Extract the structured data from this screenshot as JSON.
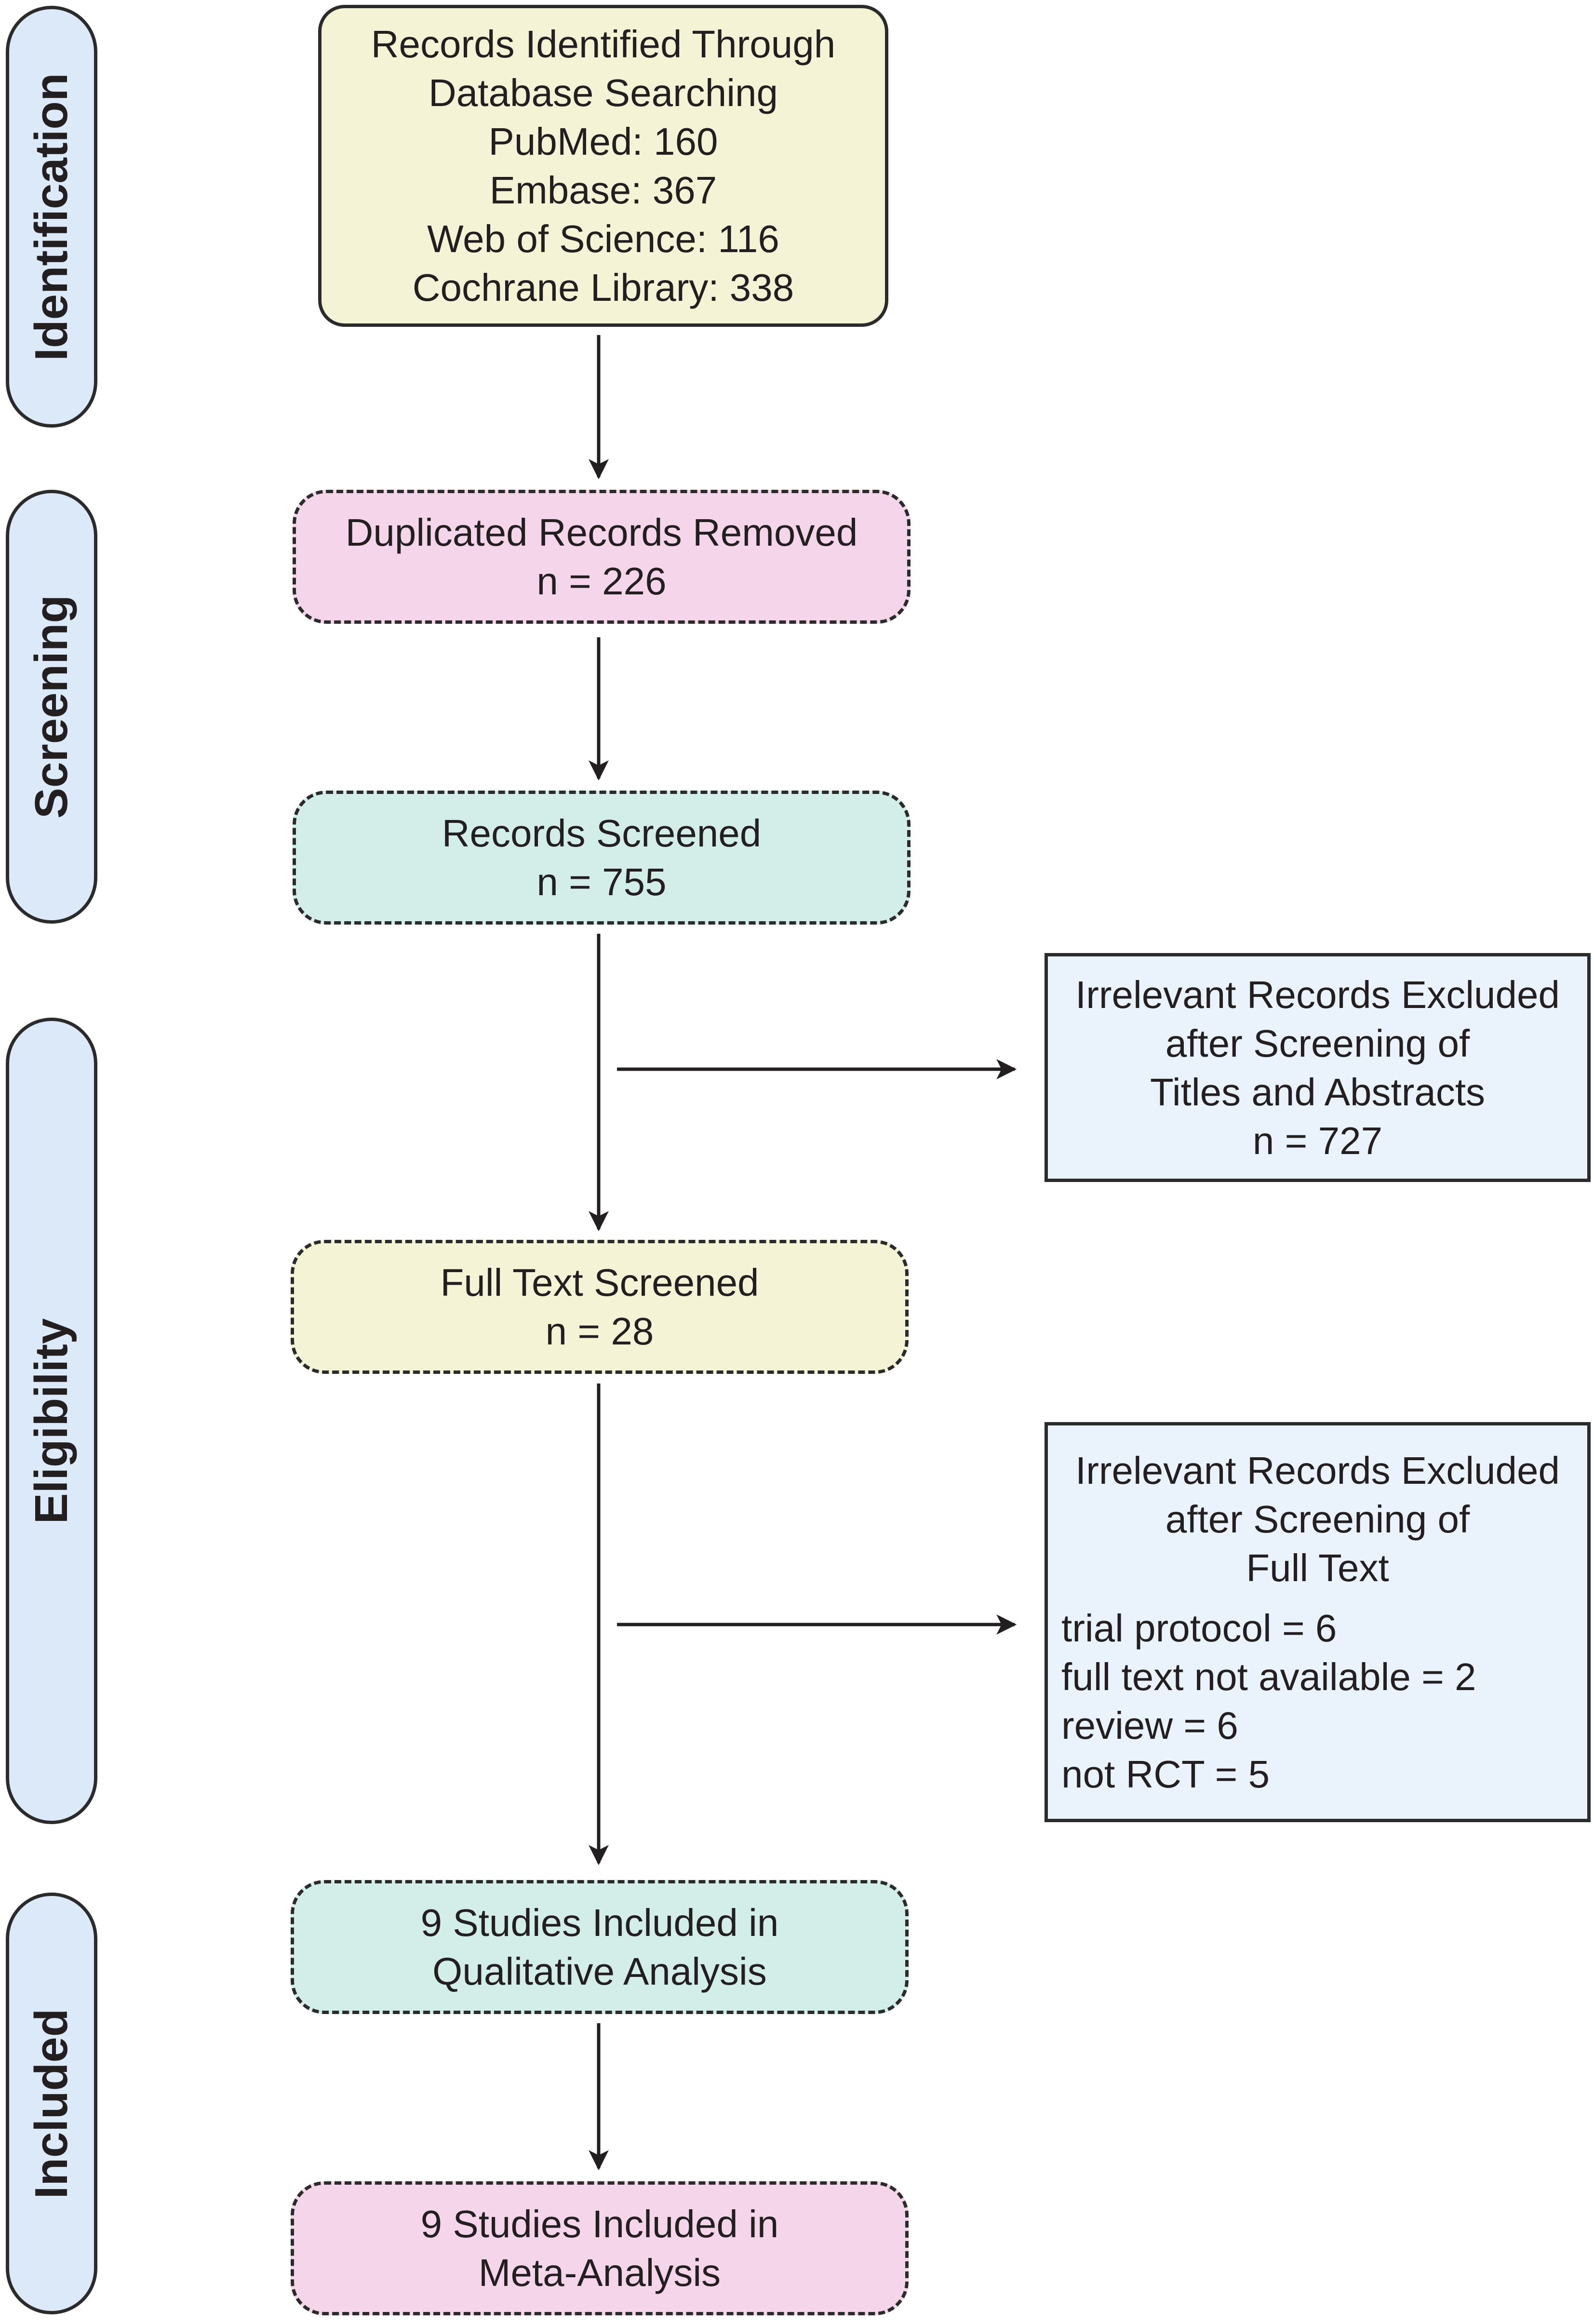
{
  "phases": [
    {
      "label": "Identification"
    },
    {
      "label": "Screening"
    },
    {
      "label": "Eligibility"
    },
    {
      "label": "Included"
    }
  ],
  "boxes": {
    "identified": {
      "lines": [
        "Records Identified Through",
        "Database Searching",
        "PubMed: 160",
        "Embase: 367",
        "Web of Science: 116",
        "Cochrane Library: 338"
      ]
    },
    "duplicates": {
      "lines": [
        "Duplicated Records Removed",
        "n = 226"
      ]
    },
    "screened": {
      "lines": [
        "Records Screened",
        "n = 755"
      ]
    },
    "excluded_titles": {
      "lines": [
        "Irrelevant Records Excluded",
        "after Screening of",
        "Titles and Abstracts",
        "n = 727"
      ]
    },
    "full_text": {
      "lines": [
        "Full Text Screened",
        "n = 28"
      ]
    },
    "excluded_full_text": {
      "lines": [
        "Irrelevant Records Excluded",
        "after Screening of",
        "Full Text"
      ],
      "items": [
        "trial protocol = 6",
        "full text not available = 2",
        "review = 6",
        "not RCT = 5"
      ]
    },
    "qualitative": {
      "lines": [
        "9 Studies Included in",
        "Qualitative Analysis"
      ]
    },
    "meta": {
      "lines": [
        "9 Studies Included in",
        "Meta-Analysis"
      ]
    }
  },
  "colors": {
    "phase_fill": "#dbe9f8",
    "yellow": "#f5f3d5",
    "pink": "#f5d5ea",
    "teal": "#d3ede9",
    "light_blue": "#eaf2fb",
    "stroke": "#2b2b2b",
    "arrow": "#231f20"
  }
}
